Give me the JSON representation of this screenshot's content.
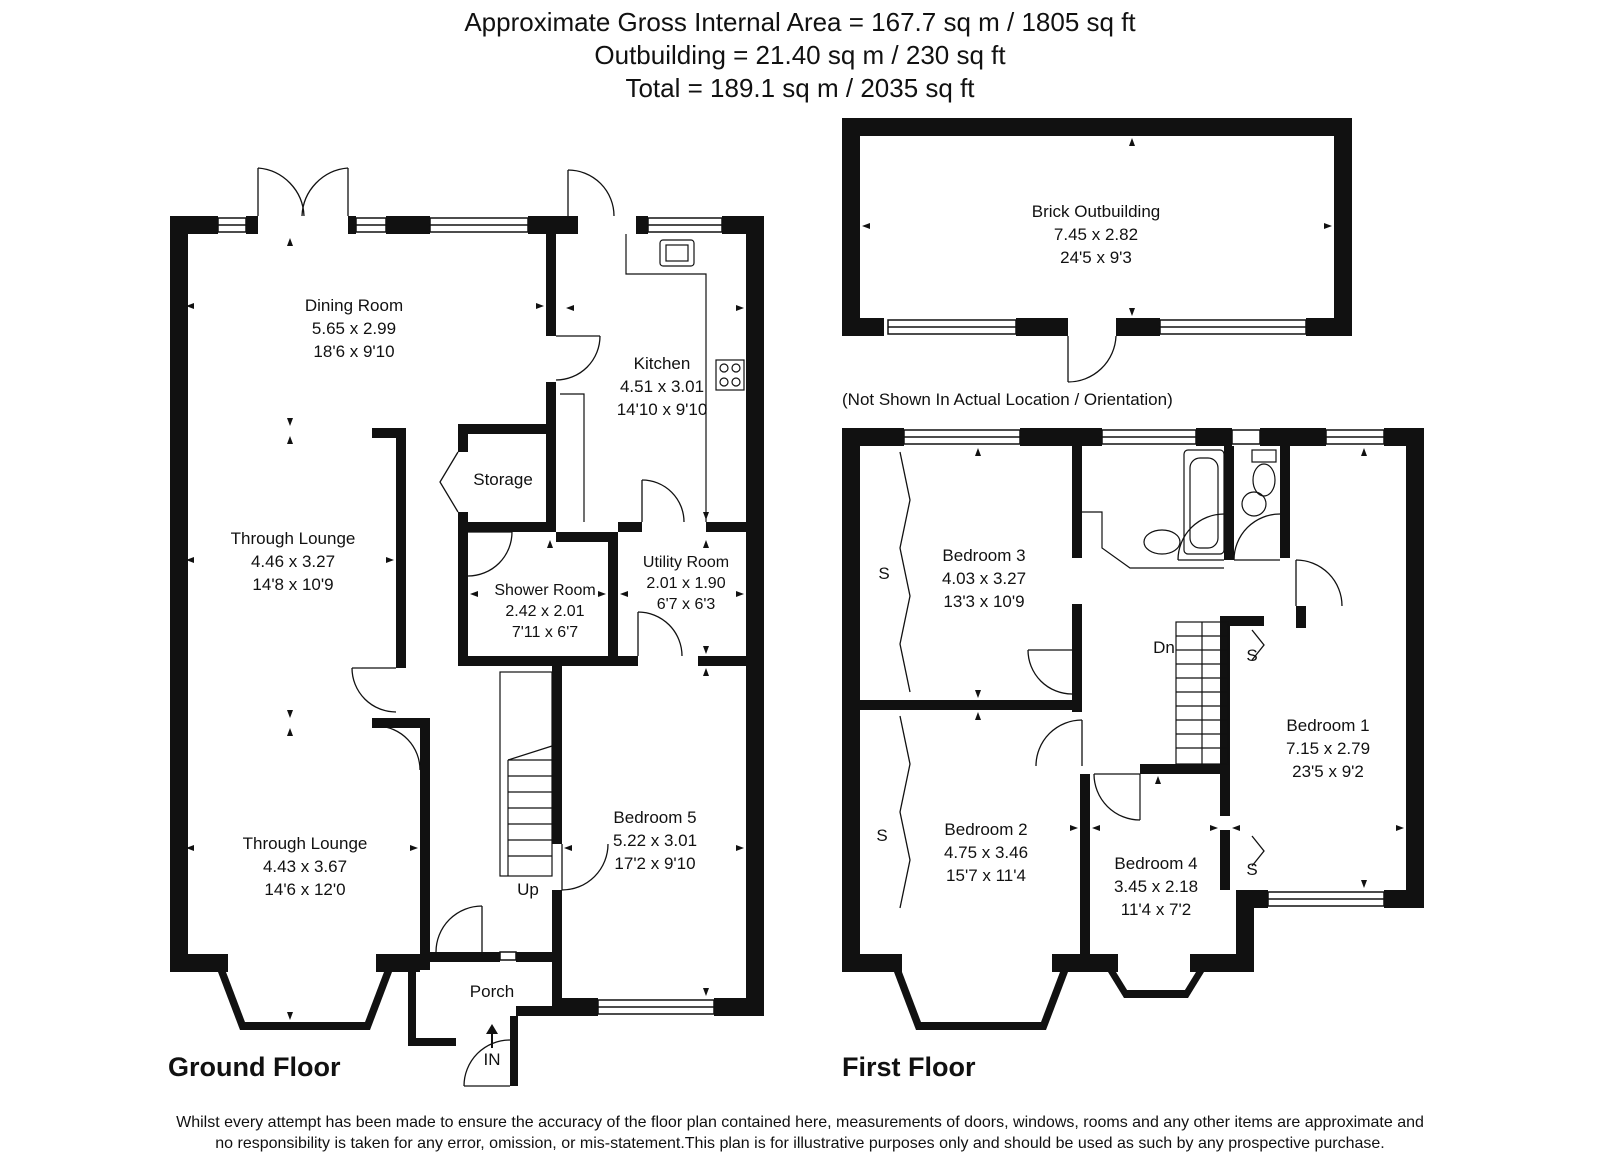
{
  "header": {
    "line1": "Approximate Gross Internal Area = 167.7 sq m / 1805 sq ft",
    "line2": "Outbuilding = 21.40 sq m / 230 sq ft",
    "line3": "Total = 189.1 sq m / 2035 sq ft"
  },
  "rooms": {
    "dining": {
      "name": "Dining Room",
      "metric": "5.65 x 2.99",
      "imperial": "18'6 x 9'10"
    },
    "kitchen": {
      "name": "Kitchen",
      "metric": "4.51 x 3.01",
      "imperial": "14'10 x 9'10"
    },
    "storage": {
      "name": "Storage"
    },
    "lounge1": {
      "name": "Through Lounge",
      "metric": "4.46 x 3.27",
      "imperial": "14'8 x 10'9"
    },
    "lounge2": {
      "name": "Through Lounge",
      "metric": "4.43 x 3.67",
      "imperial": "14'6 x 12'0"
    },
    "shower": {
      "name": "Shower Room",
      "metric": "2.42 x 2.01",
      "imperial": "7'11 x 6'7"
    },
    "utility": {
      "name": "Utility Room",
      "metric": "2.01 x 1.90",
      "imperial": "6'7 x 6'3"
    },
    "bedroom5": {
      "name": "Bedroom 5",
      "metric": "5.22 x 3.01",
      "imperial": "17'2 x 9'10"
    },
    "porch": {
      "name": "Porch"
    },
    "outbuilding": {
      "name": "Brick Outbuilding",
      "metric": "7.45 x 2.82",
      "imperial": "24'5 x 9'3"
    },
    "bedroom3": {
      "name": "Bedroom 3",
      "metric": "4.03 x 3.27",
      "imperial": "13'3 x 10'9"
    },
    "bedroom2": {
      "name": "Bedroom 2",
      "metric": "4.75 x 3.46",
      "imperial": "15'7 x 11'4"
    },
    "bedroom4": {
      "name": "Bedroom 4",
      "metric": "3.45 x 2.18",
      "imperial": "11'4 x 7'2"
    },
    "bedroom1": {
      "name": "Bedroom 1",
      "metric": "7.15 x 2.79",
      "imperial": "23'5 x 9'2"
    }
  },
  "labels": {
    "up": "Up",
    "in": "IN",
    "dn": "Dn",
    "storage_marker": "S",
    "outbuilding_note": "(Not Shown In Actual Location / Orientation)"
  },
  "floors": {
    "ground": "Ground Floor",
    "first": "First Floor"
  },
  "footer": {
    "line1": "Whilst every attempt has been made to ensure the accuracy of the floor plan contained here, measurements of doors, windows, rooms and any other items are approximate and",
    "line2": "no responsibility is taken for any error, omission, or mis-statement.This plan is for illustrative purposes only and should be used as such by any prospective purchase."
  }
}
